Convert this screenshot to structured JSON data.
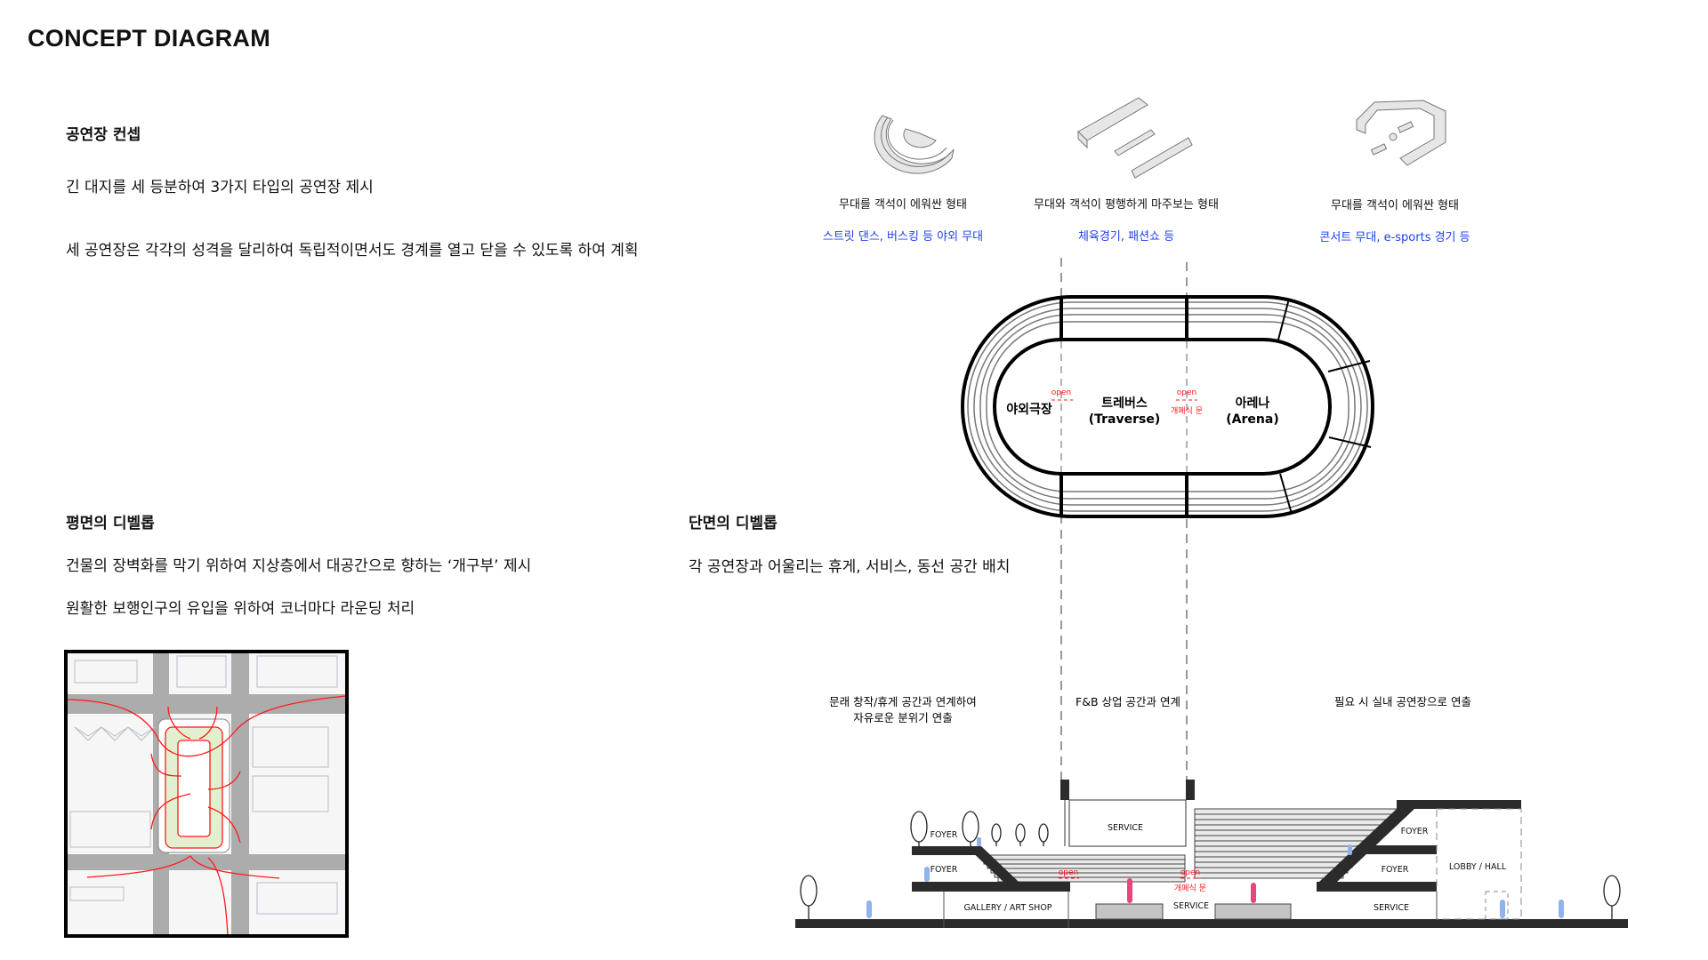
{
  "title": "CONCEPT DIAGRAM",
  "concept": {
    "heading": "공연장 컨셉",
    "line1": "긴 대지를 세 등분하여 3가지 타입의 공연장 제시",
    "line2": "세 공연장은 각각의 성격을 달리하여 독립적이면서도 경계를 열고 닫을 수 있도록 하여 계획"
  },
  "plan": {
    "heading": "평면의 디벨롭",
    "line1": "건물의 장벽화를 막기 위하여 지상층에서 대공간으로 향하는 ‘개구부’ 제시",
    "line2": "원활한 보행인구의 유입을 위하여 코너마다 라운딩 처리"
  },
  "section": {
    "heading": "단면의 디벨롭",
    "line1": "각 공연장과 어울리는 휴게, 서비스, 동선 공간 배치"
  },
  "types": [
    {
      "icon": "amphitheater-icon",
      "desc": "무대를 객석이 에워싼 형태",
      "use": "스트릿 댄스, 버스킹 등 야외 무대"
    },
    {
      "icon": "traverse-stage-icon",
      "desc": "무대와 객석이 평행하게 마주보는 형태",
      "use": "체육경기, 패션쇼 등"
    },
    {
      "icon": "arena-icon",
      "desc": "무대를 객석이 에워싼 형태",
      "use": "콘서트 무대, e-sports 경기 등"
    }
  ],
  "stadium": {
    "outdoor": "야외극장",
    "traverse_ko": "트레버스",
    "traverse_en": "(Traverse)",
    "arena_ko": "아레나",
    "arena_en": "(Arena)",
    "open": "open",
    "door": "개폐식 문"
  },
  "section_drawing": {
    "cap_left_1": "문래 창작/휴게 공간과 연계하여",
    "cap_left_2": "자유로운 분위기 연출",
    "cap_mid": "F&B 상업 공간과 연계",
    "cap_right": "필요 시 실내 공연장으로 연출",
    "foyer": "FOYER",
    "gallery": "GALLERY / ART SHOP",
    "service": "SERVICE",
    "lobby": "LOBBY / HALL",
    "open": "open",
    "door": "개폐식 문"
  },
  "colors": {
    "accent_red": "#ff1a1a",
    "blue": "#1f3ff0",
    "person_pink": "#e8457a",
    "person_blue": "#8fb3ea",
    "green_zone": "#e3f0cf"
  }
}
